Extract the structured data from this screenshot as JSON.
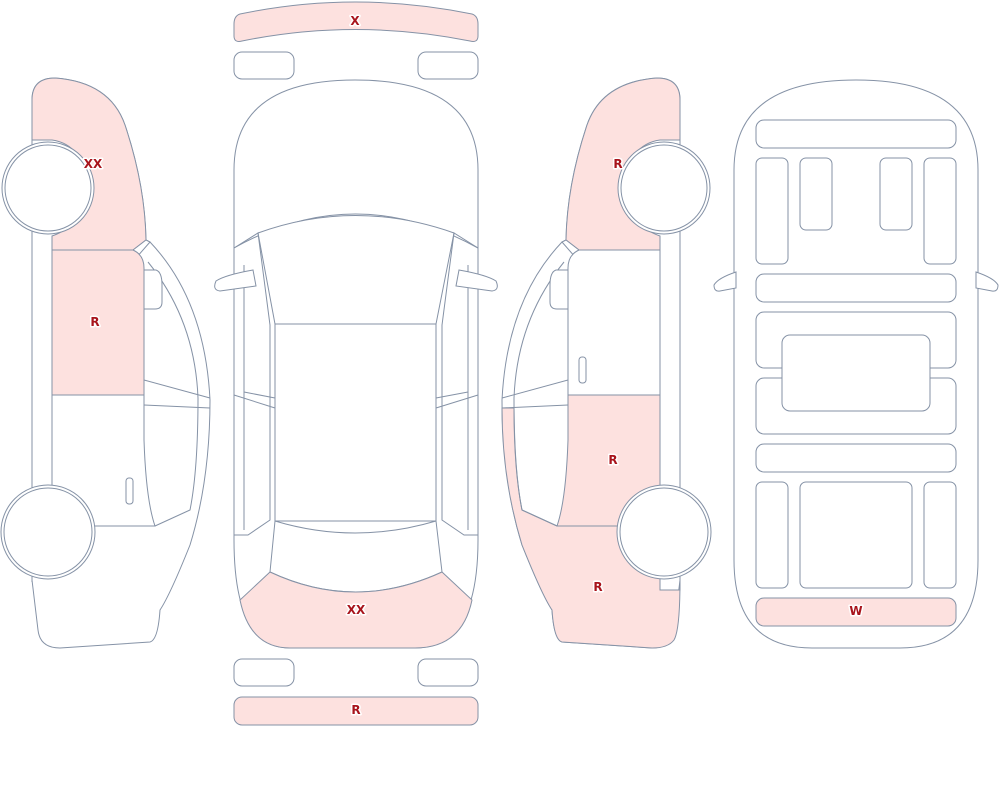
{
  "colors": {
    "outline": "#8592a6",
    "panel_fill": "#ffffff",
    "damaged_fill": "#fde1df",
    "mark_text": "#a8141c"
  },
  "marks": {
    "front_bumper": "X",
    "rear_bumper": "R",
    "rear_window": "XX",
    "left_front_fender": "XX",
    "left_front_door": "R",
    "right_front_fender": "R",
    "right_rear_door": "R",
    "right_rear_quarter": "R",
    "tailgate_panel": "W"
  }
}
